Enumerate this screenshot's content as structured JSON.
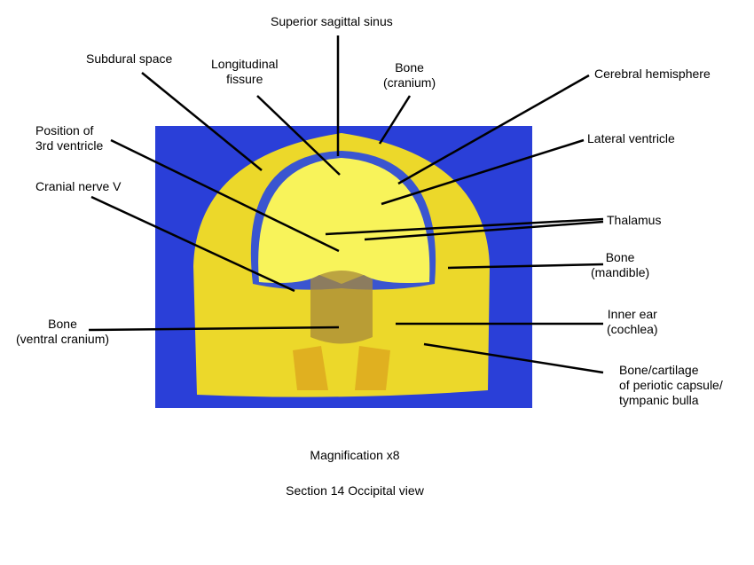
{
  "labels": {
    "superior_sagittal_sinus": "Superior sagittal sinus",
    "subdural_space": "Subdural space",
    "longitudinal_fissure": [
      "Longitudinal",
      "fissure"
    ],
    "bone_cranium": [
      "Bone",
      "(cranium)"
    ],
    "cerebral_hemisphere": "Cerebral hemisphere",
    "position_3rd_ventricle": [
      "Position of",
      "3rd ventricle"
    ],
    "lateral_ventricle": "Lateral ventricle",
    "cranial_nerve_v": "Cranial nerve V",
    "thalamus": "Thalamus",
    "bone_mandible": [
      "Bone",
      "(mandible)"
    ],
    "bone_ventral_cranium": [
      "Bone",
      "(ventral cranium)"
    ],
    "inner_ear": [
      "Inner ear",
      "(cochlea)"
    ],
    "bone_cartilage": [
      "Bone/cartilage",
      "of periotic capsule/",
      "tympanic bulla"
    ]
  },
  "captions": {
    "magnification": "Magnification x8",
    "section": "Section 14 Occipital view"
  },
  "colors": {
    "background": "#2a3fd8",
    "tissue": "#f2e832",
    "brain": "#f8f35a",
    "dura": "#3a55d0"
  }
}
